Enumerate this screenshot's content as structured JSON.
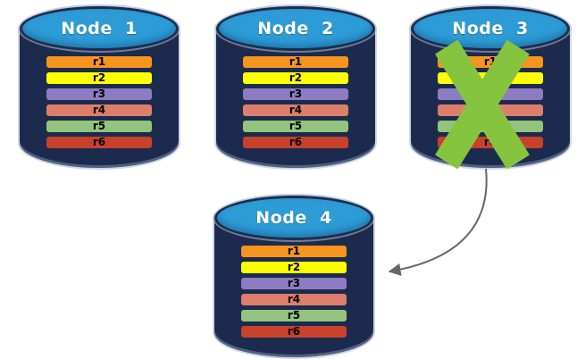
{
  "nodes": [
    {
      "label": "Node  1",
      "rows": [
        {
          "label": "r1",
          "color": "#F7941D"
        },
        {
          "label": "r2",
          "color": "#FFFF00"
        },
        {
          "label": "r3",
          "color": "#8E7CC3"
        },
        {
          "label": "r4",
          "color": "#DD7E6B"
        },
        {
          "label": "r5",
          "color": "#93C47D"
        },
        {
          "label": "r6",
          "color": "#C7412B"
        }
      ]
    },
    {
      "label": "Node  2",
      "rows": [
        {
          "label": "r1",
          "color": "#F7941D"
        },
        {
          "label": "r2",
          "color": "#FFFF00"
        },
        {
          "label": "r3",
          "color": "#8E7CC3"
        },
        {
          "label": "r4",
          "color": "#DD7E6B"
        },
        {
          "label": "r5",
          "color": "#93C47D"
        },
        {
          "label": "r6",
          "color": "#C7412B"
        }
      ]
    },
    {
      "label": "Node  3",
      "rows": [
        {
          "label": "r1",
          "color": "#F7941D"
        },
        {
          "label": "r2",
          "color": "#FFFF00"
        },
        {
          "label": "r3",
          "color": "#8E7CC3"
        },
        {
          "label": "r4",
          "color": "#DD7E6B"
        },
        {
          "label": "r5",
          "color": "#93C47D"
        },
        {
          "label": "r6",
          "color": "#C7412B"
        }
      ]
    },
    {
      "label": "Node  4",
      "rows": [
        {
          "label": "r1",
          "color": "#F7941D"
        },
        {
          "label": "r2",
          "color": "#FFFF00"
        },
        {
          "label": "r3",
          "color": "#8E7CC3"
        },
        {
          "label": "r4",
          "color": "#DD7E6B"
        },
        {
          "label": "r5",
          "color": "#93C47D"
        },
        {
          "label": "r6",
          "color": "#C7412B"
        }
      ]
    }
  ],
  "failure_mark": {
    "icon": "x-icon",
    "color": "#86C440",
    "on_node": "Node  3"
  },
  "arrow": {
    "from": "Node  3",
    "to": "Node  4",
    "color": "#666666"
  },
  "colors": {
    "cylinder_body": "#1C2B4D",
    "cylinder_top": "#2D9BD5",
    "cylinder_top_border": "#1B2D4F",
    "node_label_text": "#FFFFFF",
    "row_label_text": "#000000"
  }
}
